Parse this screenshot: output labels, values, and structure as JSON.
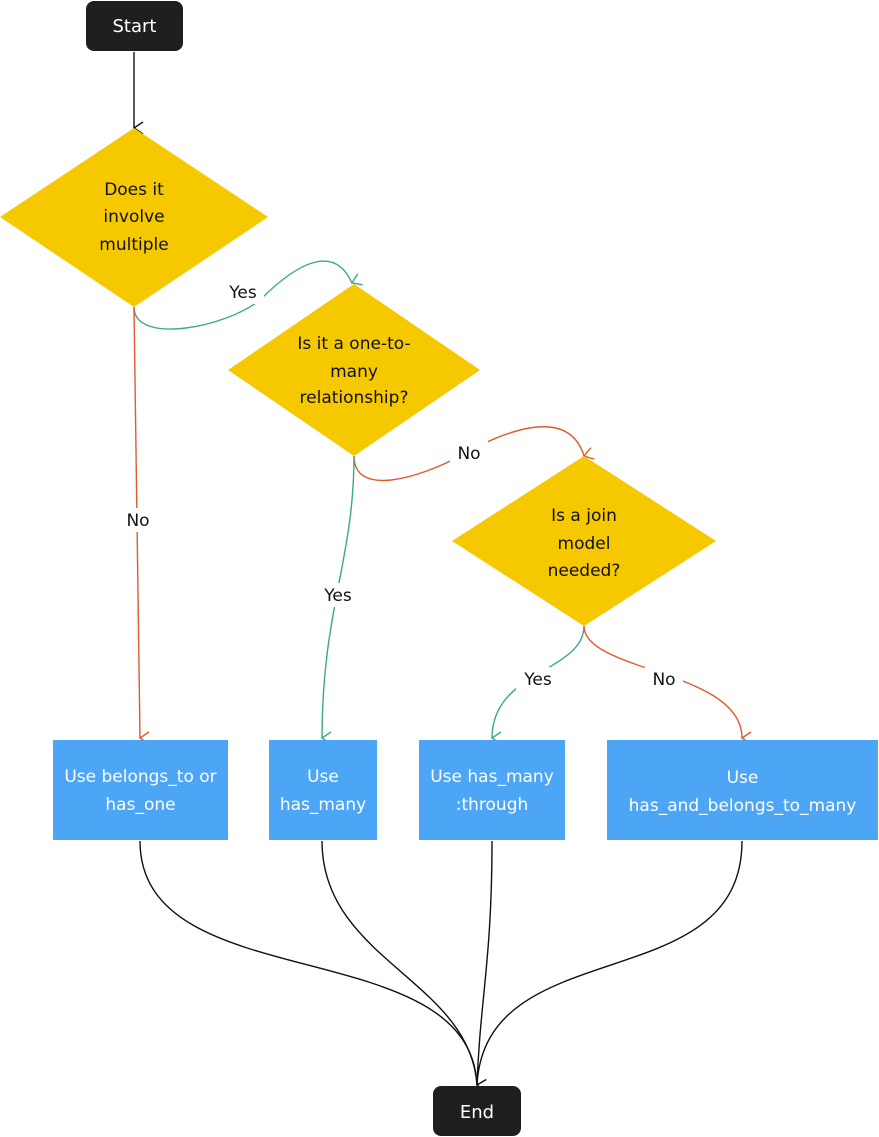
{
  "colors": {
    "terminal_fill": "#1f1f1f",
    "decision_fill": "#f5c800",
    "process_fill": "#4da6f5",
    "yes_edge": "#3aab84",
    "no_edge": "#e05a2e",
    "neutral_edge": "#111111"
  },
  "nodes": {
    "start": "Start",
    "end": "End",
    "q_multiple": [
      "Does it",
      "involve",
      "multiple"
    ],
    "q_one_to_many": [
      "Is it a one-to-",
      "many",
      "relationship?"
    ],
    "q_join_model": [
      "Is a join",
      "model",
      "needed?"
    ],
    "r_belongs_to": [
      "Use belongs_to or",
      "has_one"
    ],
    "r_has_many": [
      "Use",
      "has_many"
    ],
    "r_has_many_through": [
      "Use has_many",
      ":through"
    ],
    "r_habtm": [
      "Use",
      "has_and_belongs_to_many"
    ]
  },
  "edge_labels": {
    "multiple_yes": "Yes",
    "multiple_no": "No",
    "one_to_many_yes": "Yes",
    "one_to_many_no": "No",
    "join_yes": "Yes",
    "join_no": "No"
  }
}
